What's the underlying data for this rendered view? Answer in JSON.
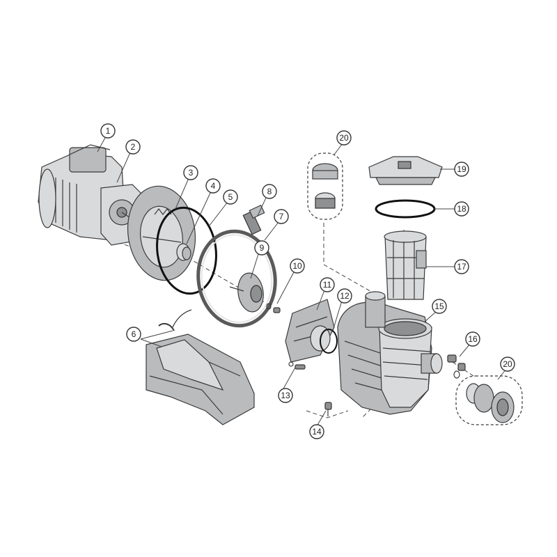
{
  "diagram": {
    "callouts": [
      {
        "id": "1",
        "label": "1"
      },
      {
        "id": "2",
        "label": "2"
      },
      {
        "id": "3",
        "label": "3"
      },
      {
        "id": "4",
        "label": "4"
      },
      {
        "id": "5",
        "label": "5"
      },
      {
        "id": "6",
        "label": "6"
      },
      {
        "id": "7",
        "label": "7"
      },
      {
        "id": "8",
        "label": "8"
      },
      {
        "id": "9",
        "label": "9"
      },
      {
        "id": "10",
        "label": "10"
      },
      {
        "id": "11",
        "label": "11"
      },
      {
        "id": "12",
        "label": "12"
      },
      {
        "id": "13",
        "label": "13"
      },
      {
        "id": "14",
        "label": "14"
      },
      {
        "id": "15",
        "label": "15"
      },
      {
        "id": "16",
        "label": "16"
      },
      {
        "id": "17",
        "label": "17"
      },
      {
        "id": "18",
        "label": "18"
      },
      {
        "id": "19",
        "label": "19"
      },
      {
        "id": "20a",
        "label": "20"
      },
      {
        "id": "20b",
        "label": "20"
      }
    ],
    "colors": {
      "part": "#b9bbbd",
      "part_light": "#d9dadb",
      "part_dark": "#8e9092",
      "outline": "#3a3a3a",
      "oring": "#111111"
    }
  }
}
